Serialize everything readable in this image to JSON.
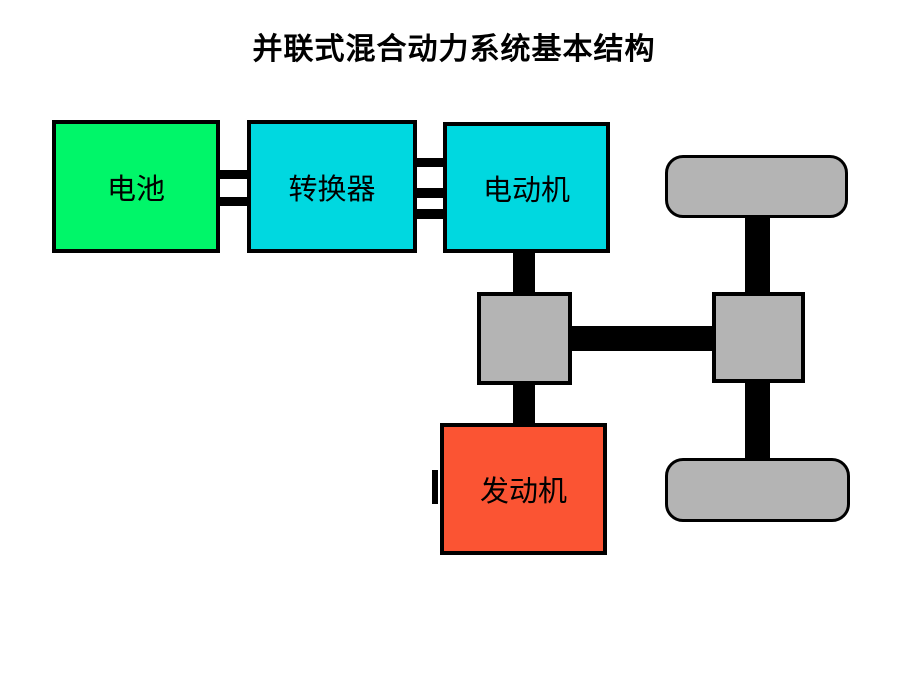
{
  "title": "并联式混合动力系统基本结构",
  "colors": {
    "background": "#ffffff",
    "battery": "#00f669",
    "electric": "#00d8e0",
    "engine": "#fb5433",
    "mechanical": "#b4b4b4",
    "line": "#000000",
    "text": "#000000"
  },
  "nodes": {
    "battery": {
      "label": "电池"
    },
    "converter": {
      "label": "转换器"
    },
    "motor": {
      "label": "电动机"
    },
    "engine": {
      "label": "发动机"
    }
  },
  "edges": [
    {
      "from": "battery",
      "to": "converter",
      "lines": 2
    },
    {
      "from": "converter",
      "to": "motor",
      "lines": 3
    },
    {
      "from": "motor",
      "to": "gearbox",
      "lines": 1
    },
    {
      "from": "gearbox",
      "to": "engine",
      "lines": 1
    },
    {
      "from": "gearbox",
      "to": "differential",
      "lines": 1
    },
    {
      "from": "differential",
      "to": "wheel_top",
      "lines": 1
    },
    {
      "from": "differential",
      "to": "wheel_bottom",
      "lines": 1
    }
  ]
}
